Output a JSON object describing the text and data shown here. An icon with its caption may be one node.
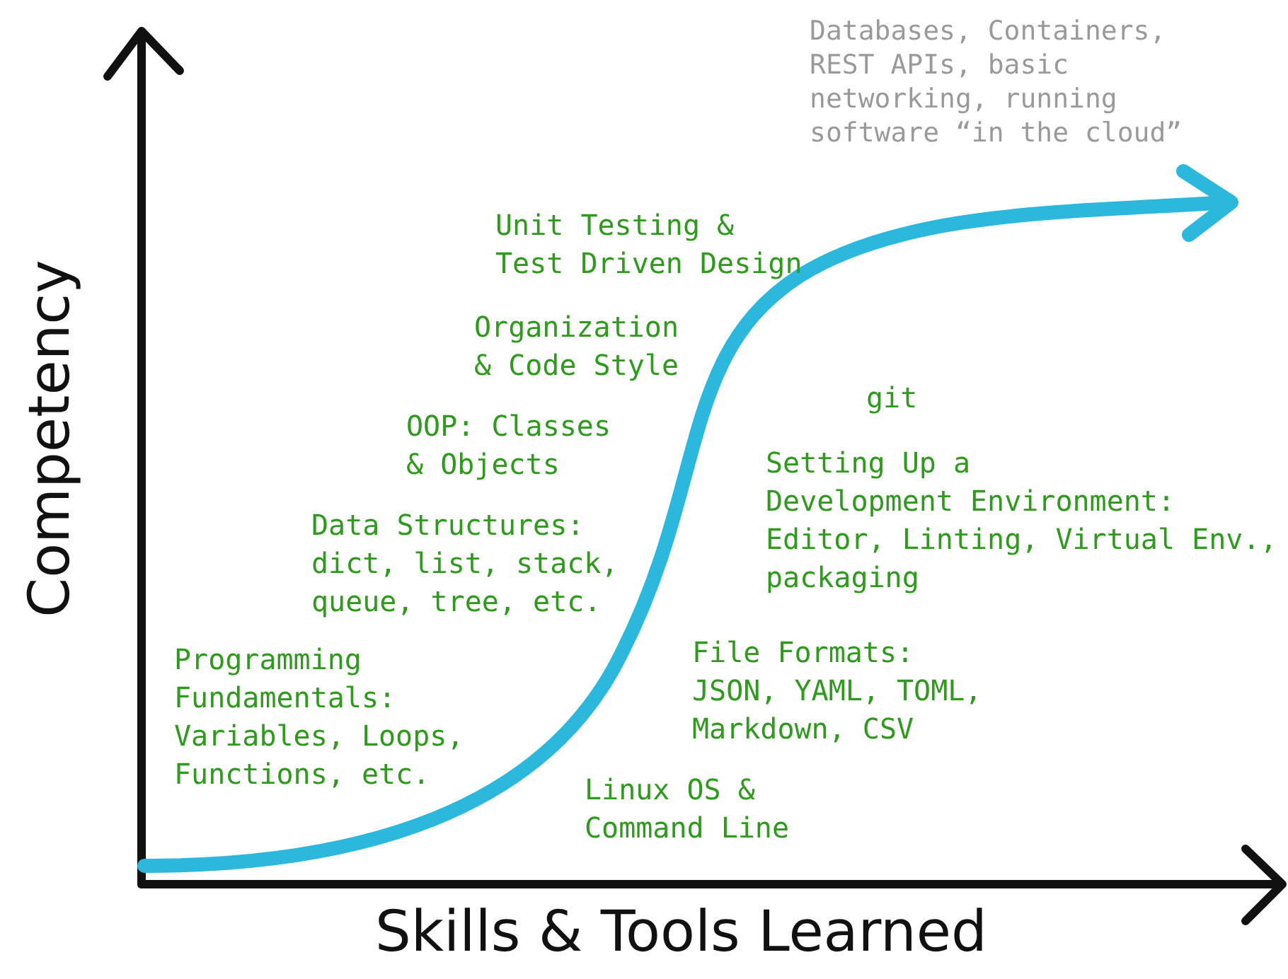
{
  "diagram": {
    "labels": [
      "Databases, Containers, REST APIs, basic networking, running software “in the cloud”",
      "Unit Testing & Test Driven Design",
      "Organization & Code Style",
      "git",
      "OOP: Classes & Objects",
      "Setting Up a Development Environment: Editor, Linting, Virtual Env., packaging",
      "Data Structures: dict, list, stack, queue, tree, etc.",
      "Competency",
      "Programming Fundamentals: Variables, Loops, Functions, etc.",
      "File Formats: JSON, YAML, TOML, Markdown, CSV",
      "Linux OS & Command Line",
      "Skills & Tools Learned"
    ]
  }
}
